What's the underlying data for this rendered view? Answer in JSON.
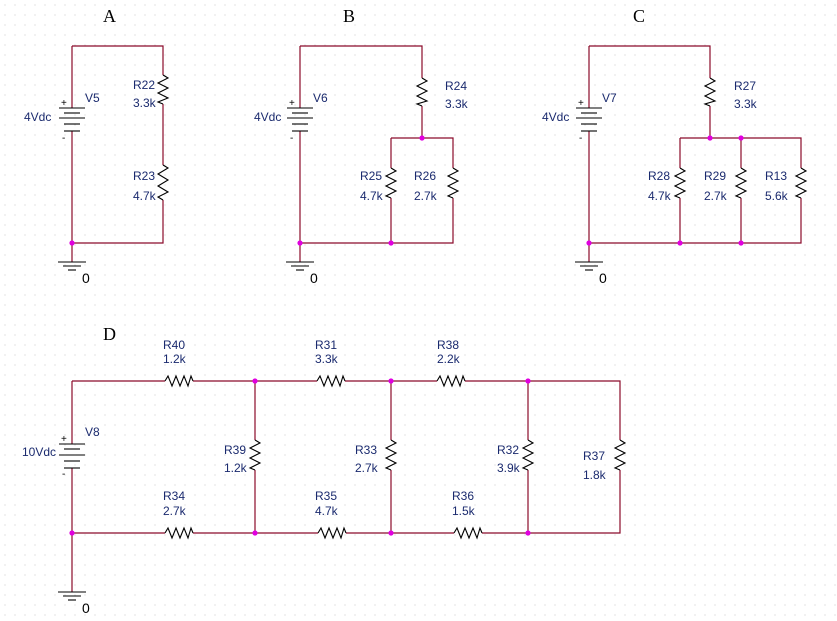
{
  "colors": {
    "wire": "#8b0a2a",
    "junction": "#e000e0",
    "label": "#1a2a6e",
    "grid": "#c8c8c8"
  },
  "sections": [
    "A",
    "B",
    "C",
    "D"
  ],
  "ground_label": "0",
  "circuit_a": {
    "source": {
      "name": "V5",
      "value": "4Vdc"
    },
    "resistors": [
      {
        "name": "R22",
        "value": "3.3k"
      },
      {
        "name": "R23",
        "value": "4.7k"
      }
    ]
  },
  "circuit_b": {
    "source": {
      "name": "V6",
      "value": "4Vdc"
    },
    "resistors": [
      {
        "name": "R24",
        "value": "3.3k"
      },
      {
        "name": "R25",
        "value": "4.7k"
      },
      {
        "name": "R26",
        "value": "2.7k"
      }
    ]
  },
  "circuit_c": {
    "source": {
      "name": "V7",
      "value": "4Vdc"
    },
    "resistors": [
      {
        "name": "R27",
        "value": "3.3k"
      },
      {
        "name": "R28",
        "value": "4.7k"
      },
      {
        "name": "R29",
        "value": "2.7k"
      },
      {
        "name": "R13",
        "value": "5.6k"
      }
    ]
  },
  "circuit_d": {
    "source": {
      "name": "V8",
      "value": "10Vdc"
    },
    "resistors": [
      {
        "name": "R40",
        "value": "1.2k"
      },
      {
        "name": "R31",
        "value": "3.3k"
      },
      {
        "name": "R38",
        "value": "2.2k"
      },
      {
        "name": "R39",
        "value": "1.2k"
      },
      {
        "name": "R33",
        "value": "2.7k"
      },
      {
        "name": "R32",
        "value": "3.9k"
      },
      {
        "name": "R37",
        "value": "1.8k"
      },
      {
        "name": "R34",
        "value": "2.7k"
      },
      {
        "name": "R35",
        "value": "4.7k"
      },
      {
        "name": "R36",
        "value": "1.5k"
      }
    ]
  }
}
